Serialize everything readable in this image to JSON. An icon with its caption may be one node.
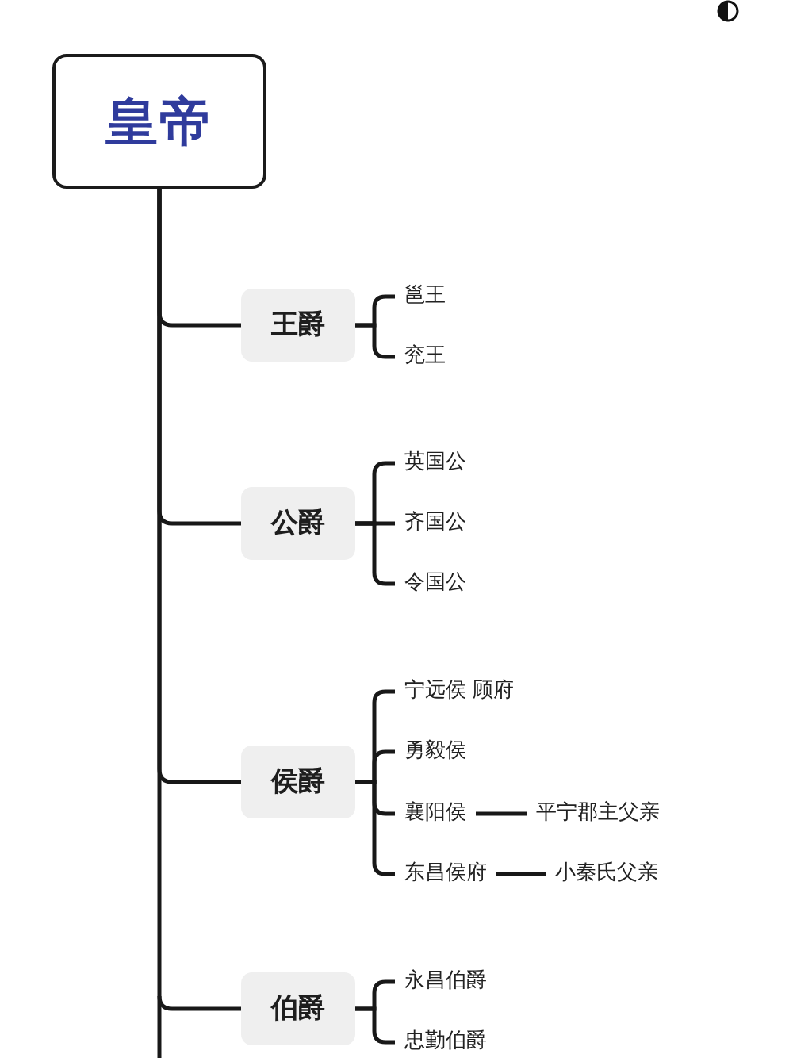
{
  "diagram": {
    "nodes": [
      {
        "text": [
          "皇帝"
        ]
      },
      {
        "text": [
          "王爵"
        ]
      },
      {
        "text": [
          "邕王"
        ]
      },
      {
        "text": [
          "兖王"
        ]
      },
      {
        "text": [
          "公爵"
        ]
      },
      {
        "text": [
          "英国公"
        ]
      },
      {
        "text": [
          "齐国公"
        ]
      },
      {
        "text": [
          "令国公"
        ]
      },
      {
        "text": [
          "侯爵"
        ]
      },
      {
        "text": [
          "宁远侯 顾府"
        ]
      },
      {
        "text": [
          "勇毅侯"
        ]
      },
      {
        "text": [
          "襄阳侯"
        ]
      },
      {
        "text": [
          "平宁郡主父亲"
        ]
      },
      {
        "text": [
          "东昌侯府"
        ]
      },
      {
        "text": [
          "小秦氏父亲"
        ]
      },
      {
        "text": [
          "伯爵"
        ]
      },
      {
        "text": [
          "永昌伯爵"
        ]
      },
      {
        "text": [
          "忠勤伯爵"
        ]
      }
    ],
    "edges": [
      {
        "from": 0,
        "to": 1,
        "arrow": "none"
      },
      {
        "from": 0,
        "to": 4,
        "arrow": "none"
      },
      {
        "from": 0,
        "to": 8,
        "arrow": "none"
      },
      {
        "from": 0,
        "to": 15,
        "arrow": "none"
      },
      {
        "from": 1,
        "to": 2,
        "arrow": "none"
      },
      {
        "from": 1,
        "to": 3,
        "arrow": "none"
      },
      {
        "from": 4,
        "to": 5,
        "arrow": "none"
      },
      {
        "from": 4,
        "to": 6,
        "arrow": "none"
      },
      {
        "from": 4,
        "to": 7,
        "arrow": "none"
      },
      {
        "from": 8,
        "to": 9,
        "arrow": "none"
      },
      {
        "from": 8,
        "to": 10,
        "arrow": "none"
      },
      {
        "from": 8,
        "to": 11,
        "arrow": "none"
      },
      {
        "from": 8,
        "to": 13,
        "arrow": "none"
      },
      {
        "from": 11,
        "to": 12,
        "arrow": "none"
      },
      {
        "from": 13,
        "to": 14,
        "arrow": "none"
      },
      {
        "from": 15,
        "to": 16,
        "arrow": "none"
      },
      {
        "from": 15,
        "to": 17,
        "arrow": "none"
      }
    ]
  }
}
